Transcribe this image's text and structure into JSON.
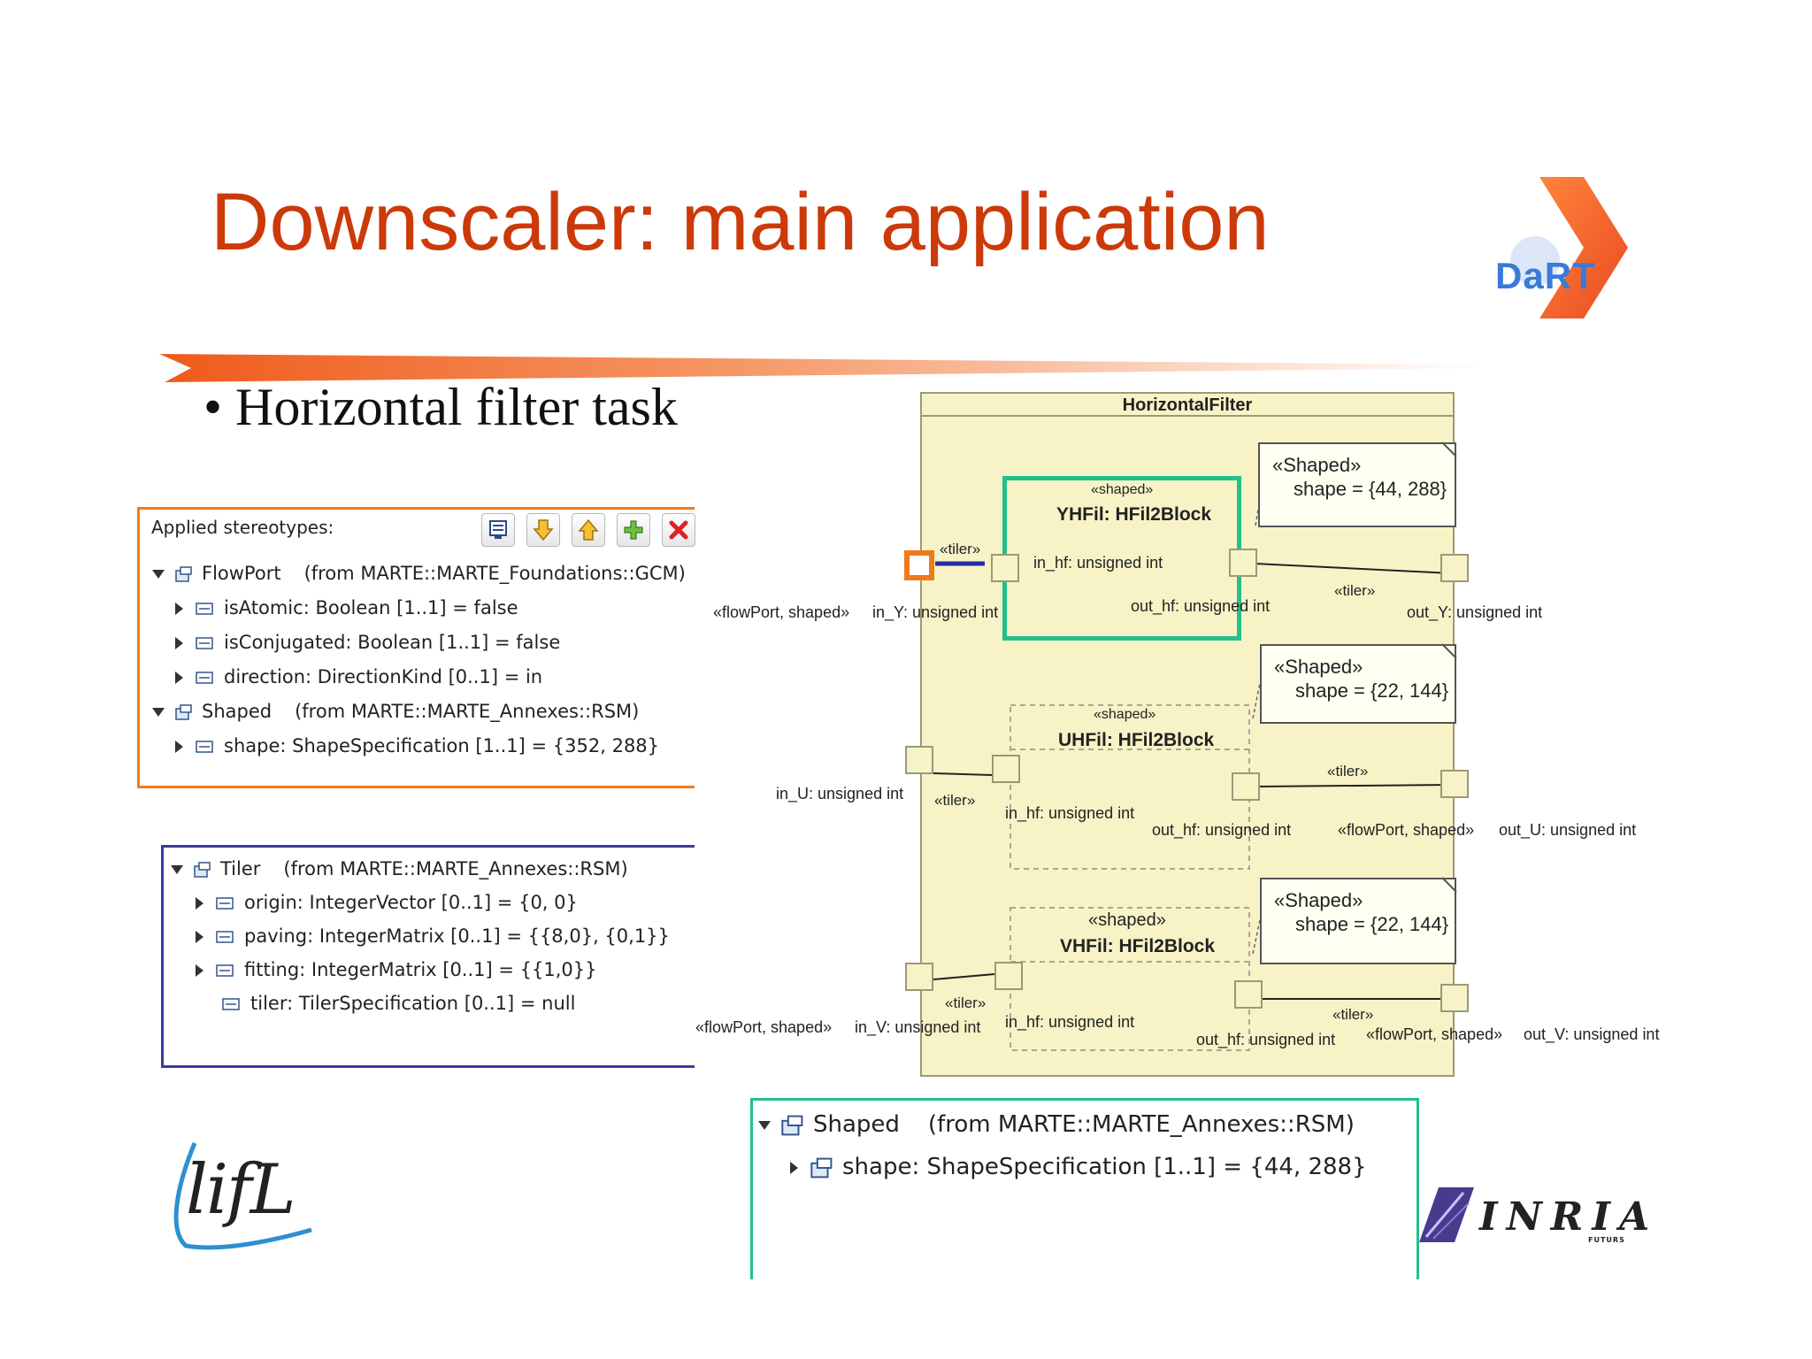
{
  "slide": {
    "title": "Downscaler: main application",
    "bullet": "• Horizontal filter task"
  },
  "logos": {
    "dart": "DaRT",
    "lifl": "lifL",
    "inria": "INRIA",
    "inria_sub": "FUTURS"
  },
  "colors": {
    "title": "#cc3a0a",
    "orange_panel": "#f07a1a",
    "blue_panel": "#3a3aa0",
    "teal_panel": "#22c08a"
  },
  "panel_flowport": {
    "heading": "Applied stereotypes:",
    "rows": [
      {
        "name": "FlowPort",
        "from": "(from MARTE::MARTE_Foundations::GCM)"
      },
      {
        "text": "isAtomic: Boolean [1..1] = false"
      },
      {
        "text": "isConjugated: Boolean [1..1] = false"
      },
      {
        "text": "direction: DirectionKind [0..1] = in"
      },
      {
        "name": "Shaped",
        "from": "(from MARTE::MARTE_Annexes::RSM)"
      },
      {
        "text": "shape: ShapeSpecification [1..1] = {352, 288}"
      }
    ]
  },
  "panel_tiler": {
    "rows": [
      {
        "name": "Tiler",
        "from": "(from MARTE::MARTE_Annexes::RSM)"
      },
      {
        "text": "origin: IntegerVector [0..1] = {0, 0}"
      },
      {
        "text": "paving: IntegerMatrix [0..1] = {{8,0}, {0,1}}"
      },
      {
        "text": "fitting: IntegerMatrix [0..1] = {{1,0}}"
      },
      {
        "text": "tiler: TilerSpecification [0..1] = null"
      }
    ]
  },
  "panel_shaped": {
    "rows": [
      {
        "name": "Shaped",
        "from": "(from MARTE::MARTE_Annexes::RSM)"
      },
      {
        "text": "shape: ShapeSpecification [1..1] = {44, 288}"
      }
    ]
  },
  "diagram": {
    "title": "HorizontalFilter",
    "parts": [
      {
        "stereo": "«shaped»",
        "name": "YHFil: HFil2Block",
        "in": "in_hf: unsigned int",
        "out": "out_hf: unsigned int"
      },
      {
        "stereo": "«shaped»",
        "name": "UHFil: HFil2Block",
        "in": "in_hf: unsigned int",
        "out": "out_hf: unsigned int"
      },
      {
        "stereo": "«shaped»",
        "name": "VHFil: HFil2Block",
        "in": "in_hf: unsigned int",
        "out": "out_hf: unsigned int"
      }
    ],
    "notes": [
      {
        "stereo": "«Shaped»",
        "shape": "shape = {44, 288}"
      },
      {
        "stereo": "«Shaped»",
        "shape": "shape = {22, 144}"
      },
      {
        "stereo": "«Shaped»",
        "shape": "shape = {22, 144}"
      }
    ],
    "tiler": "«tiler»",
    "ports": {
      "in_y": "in_Y: unsigned int",
      "in_y_stereo": "«flowPort, shaped»",
      "out_y": "out_Y: unsigned int",
      "in_u": "in_U: unsigned int",
      "out_u": "out_U: unsigned int",
      "out_u_stereo": "«flowPort, shaped»",
      "in_v": "in_V: unsigned int",
      "in_v_stereo": "«flowPort, shaped»",
      "out_v": "out_V: unsigned int",
      "out_v_stereo": "«flowPort, shaped»"
    }
  }
}
